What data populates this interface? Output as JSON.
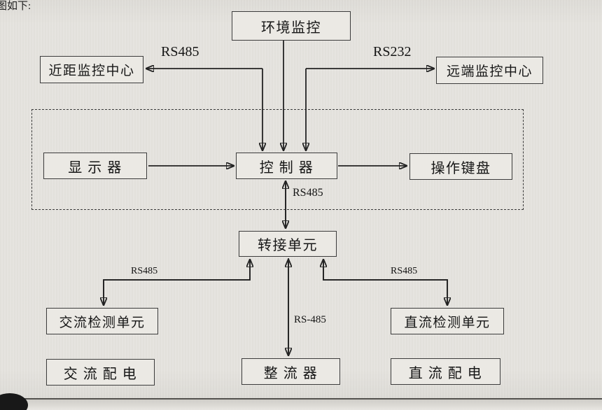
{
  "page": {
    "corner_text": "图如下:"
  },
  "colors": {
    "paper": "#e6e4df",
    "box_fill": "#ebe9e4",
    "ink": "#232323"
  },
  "nodes": {
    "env": {
      "label": "环境监控"
    },
    "near": {
      "label": "近距监控中心"
    },
    "remote": {
      "label": "远端监控中心"
    },
    "display": {
      "label": "显 示 器"
    },
    "controller": {
      "label": "控 制 器"
    },
    "keyboard": {
      "label": "操作键盘"
    },
    "transfer": {
      "label": "转接单元"
    },
    "ac_detect": {
      "label": "交流检测单元"
    },
    "dc_detect": {
      "label": "直流检测单元"
    },
    "rectifier": {
      "label": "整 流 器"
    },
    "ac_power": {
      "label": "交 流 配 电"
    },
    "dc_power": {
      "label": "直 流 配 电"
    }
  },
  "edge_labels": {
    "rs485_top": "RS485",
    "rs232_top": "RS232",
    "rs485_mid": "RS485",
    "rs485_left": "RS485",
    "rs485_center": "RS-485",
    "rs485_right": "RS485"
  }
}
